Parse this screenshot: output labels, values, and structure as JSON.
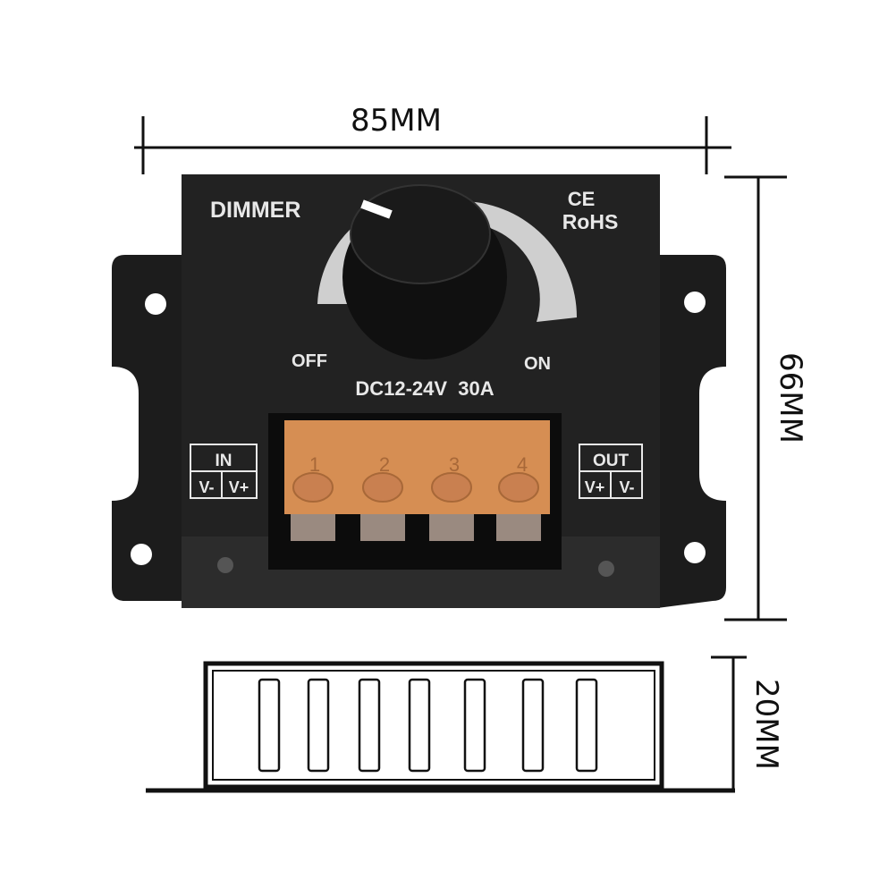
{
  "dimensions": {
    "width": "85MM",
    "height": "66MM",
    "depth": "20MM"
  },
  "device": {
    "title": "DIMMER",
    "ce_mark": "CE",
    "rohs": "RoHS",
    "off_label": "OFF",
    "on_label": "ON",
    "rating": "DC12-24V  30A",
    "input": {
      "title": "IN",
      "left": "V-",
      "right": "V+"
    },
    "output": {
      "title": "OUT",
      "left": "V+",
      "right": "V-"
    },
    "terminals": [
      "1",
      "2",
      "3",
      "4"
    ]
  },
  "colors": {
    "body": "#1e1e1e",
    "terminal_cover": "#e89a5a",
    "label": "#e8e8e8"
  }
}
